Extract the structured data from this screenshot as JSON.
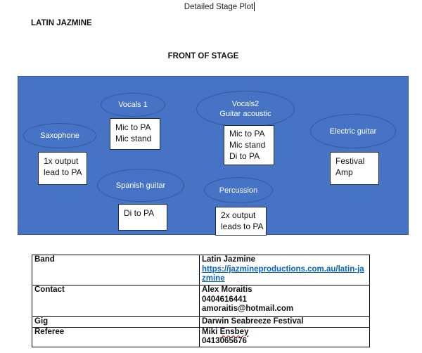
{
  "header": {
    "title": "Detailed Stage Plot",
    "band_name": "LATIN JAZMINE",
    "front_of_stage": "FRONT OF STAGE"
  },
  "colors": {
    "stage_fill": "#4673C4",
    "shape_outline": "#3458A0",
    "hyperlink_blue": "#0563C1",
    "spellcheck_red": "#C00000"
  },
  "stage": {
    "ellipses": [
      {
        "id": "vocals1",
        "lines": [
          "Vocals 1"
        ]
      },
      {
        "id": "saxophone",
        "lines": [
          "Saxophone"
        ]
      },
      {
        "id": "vocals2",
        "lines": [
          "Vocals2",
          "Guitar acoustic"
        ]
      },
      {
        "id": "electric-guitar",
        "lines": [
          "Electric guitar"
        ]
      },
      {
        "id": "spanish-guitar",
        "lines": [
          "Spanish guitar"
        ]
      },
      {
        "id": "percussion",
        "lines": [
          "Percussion"
        ]
      }
    ],
    "boxes": [
      {
        "id": "vocals1-note",
        "lines": [
          "Mic to PA",
          "Mic stand"
        ]
      },
      {
        "id": "saxophone-note",
        "lines": [
          "1x output",
          "lead to PA"
        ]
      },
      {
        "id": "vocals2-note",
        "lines": [
          "Mic to PA",
          "Mic stand",
          "Di to PA"
        ]
      },
      {
        "id": "electric-guitar-note",
        "lines": [
          "Festival",
          "Amp"
        ]
      },
      {
        "id": "spanish-guitar-note",
        "lines": [
          "Di to PA"
        ]
      },
      {
        "id": "percussion-note",
        "lines": [
          "2x output",
          "leads to PA"
        ]
      }
    ]
  },
  "info_table": {
    "rows": [
      {
        "label": "Band",
        "name": "Latin Jazmine",
        "link": "https://jazmineproductions.com.au/latin-jazmine"
      },
      {
        "label": "Contact",
        "lines": [
          "Alex Moraitis",
          "0404616441",
          "amoraitis@hotmail.com"
        ]
      },
      {
        "label": "Gig",
        "lines": [
          "Darwin Seabreeze Festival"
        ]
      },
      {
        "label": "Referee",
        "name_prefix": "Miki ",
        "name_flagged": "Ensbey",
        "phone": "0413065676"
      }
    ]
  }
}
